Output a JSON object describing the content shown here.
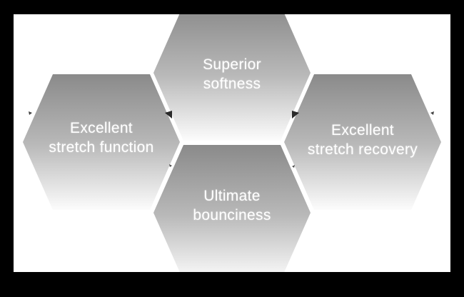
{
  "diagram": {
    "description": "Four-hexagon fabric feature diagram on white panel with black letterbox frame",
    "colors": {
      "frame_background": "#000000",
      "panel_background": "#ffffff",
      "hexagon_gradient_top": "#8a8a8a",
      "hexagon_gradient_bottom": "#fcfcfc",
      "label_text": "#ffffff",
      "junction_artifact": "#141414"
    },
    "hexagons": [
      {
        "id": "superior-softness",
        "position": "top",
        "lines": [
          "Superior",
          "softness"
        ]
      },
      {
        "id": "excellent-stretch-function",
        "position": "left",
        "lines": [
          "Excellent",
          "stretch function"
        ]
      },
      {
        "id": "excellent-stretch-recovery",
        "position": "right",
        "lines": [
          "Excellent",
          "stretch recovery"
        ]
      },
      {
        "id": "ultimate-bounciness",
        "position": "bottom",
        "lines": [
          "Ultimate",
          "bounciness"
        ]
      }
    ]
  }
}
